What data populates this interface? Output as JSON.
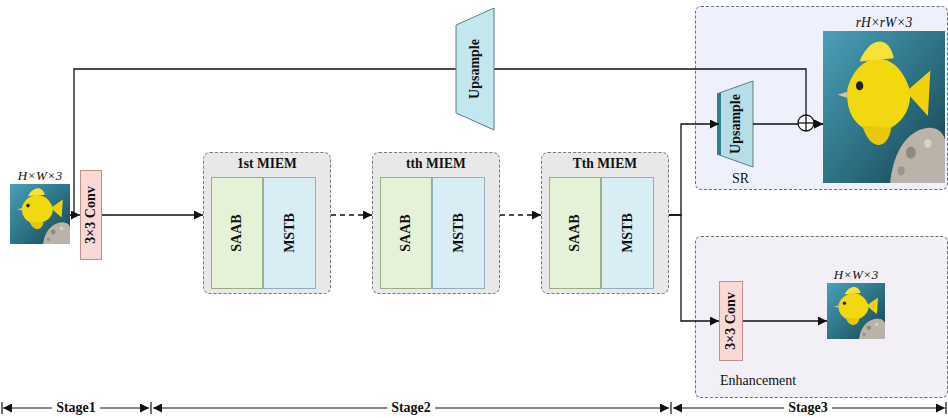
{
  "diagram": {
    "nodes": [
      {
        "text": [
          "H×W×3"
        ]
      },
      {
        "text": [
          "3×3 Conv"
        ]
      },
      {
        "text": [
          "1st MIEM"
        ]
      },
      {
        "text": [
          "SAAB"
        ],
        "in": 2
      },
      {
        "text": [
          "MSTB"
        ],
        "in": 2
      },
      {
        "text": [
          "tth MIEM"
        ]
      },
      {
        "text": [
          "SAAB"
        ],
        "in": 5
      },
      {
        "text": [
          "MSTB"
        ],
        "in": 5
      },
      {
        "text": [
          "Tth MIEM"
        ]
      },
      {
        "text": [
          "SAAB"
        ],
        "in": 8
      },
      {
        "text": [
          "MSTB"
        ],
        "in": 8
      },
      {
        "text": [
          "Upsample"
        ]
      },
      {
        "text": [
          "SR"
        ]
      },
      {
        "text": [
          "Upsample"
        ],
        "in": 12
      },
      {
        "text": [
          "rH×rW×3"
        ],
        "in": 12
      },
      {
        "text": [
          "Enhancement"
        ]
      },
      {
        "text": [
          "3×3 Conv"
        ],
        "in": 15
      },
      {
        "text": [
          "H×W×3"
        ],
        "in": 15
      }
    ],
    "edges": [
      {
        "from": 0,
        "to": 1,
        "arrow": "to"
      },
      {
        "from": 0,
        "to": 11,
        "arrow": "none"
      },
      {
        "from": 1,
        "to": 2,
        "arrow": "to"
      },
      {
        "from": 2,
        "to": 5,
        "arrow": "to"
      },
      {
        "from": 5,
        "to": 8,
        "arrow": "to"
      },
      {
        "from": 8,
        "to": 13,
        "arrow": "to"
      },
      {
        "from": 8,
        "to": 16,
        "arrow": "to"
      },
      {
        "from": 11,
        "to": 14,
        "arrow": "to"
      },
      {
        "from": 13,
        "to": 14,
        "arrow": "to"
      },
      {
        "from": 16,
        "to": 17,
        "arrow": "to"
      }
    ],
    "labels": [
      "Stage1",
      "Stage2",
      "Stage3"
    ]
  }
}
